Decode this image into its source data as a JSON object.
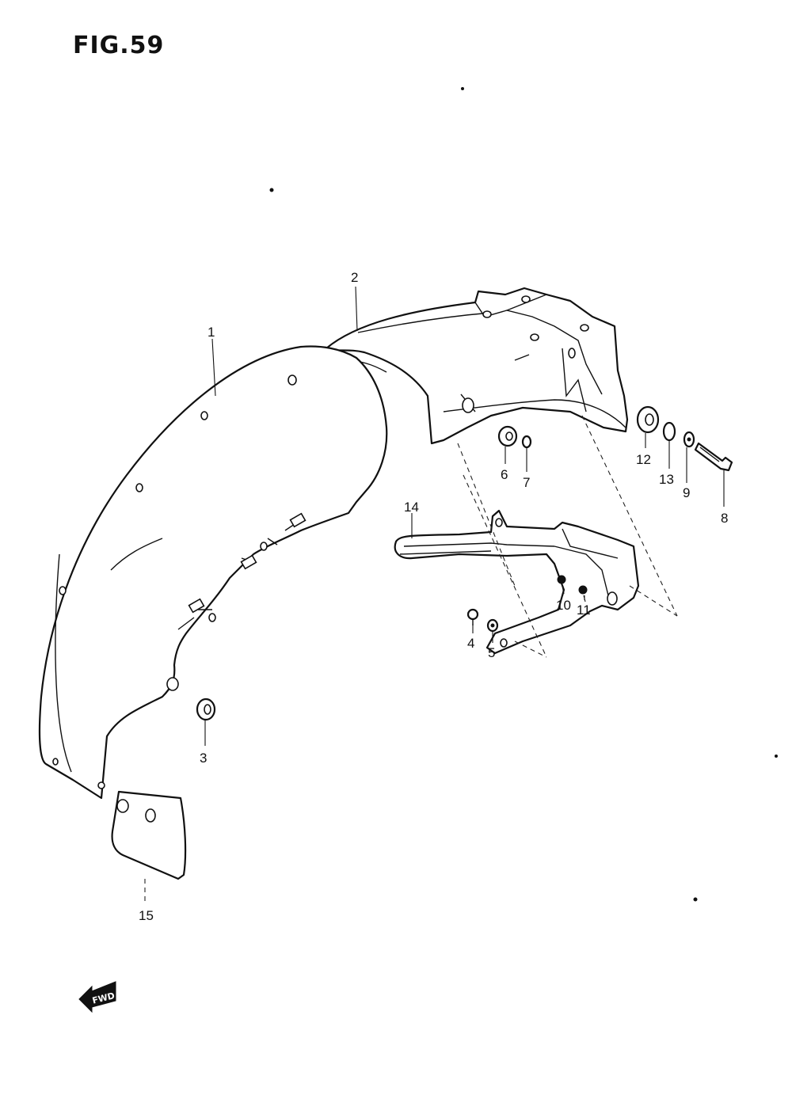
{
  "figure": {
    "title": "FIG.59"
  },
  "callouts": {
    "c1": "1",
    "c2": "2",
    "c3": "3",
    "c4": "4",
    "c5": "5",
    "c6": "6",
    "c7": "7",
    "c8": "8",
    "c9": "9",
    "c10": "10",
    "c11": "11",
    "c12": "12",
    "c13": "13",
    "c14": "14",
    "c15": "15"
  },
  "direction_arrow": {
    "label": "FWD"
  }
}
